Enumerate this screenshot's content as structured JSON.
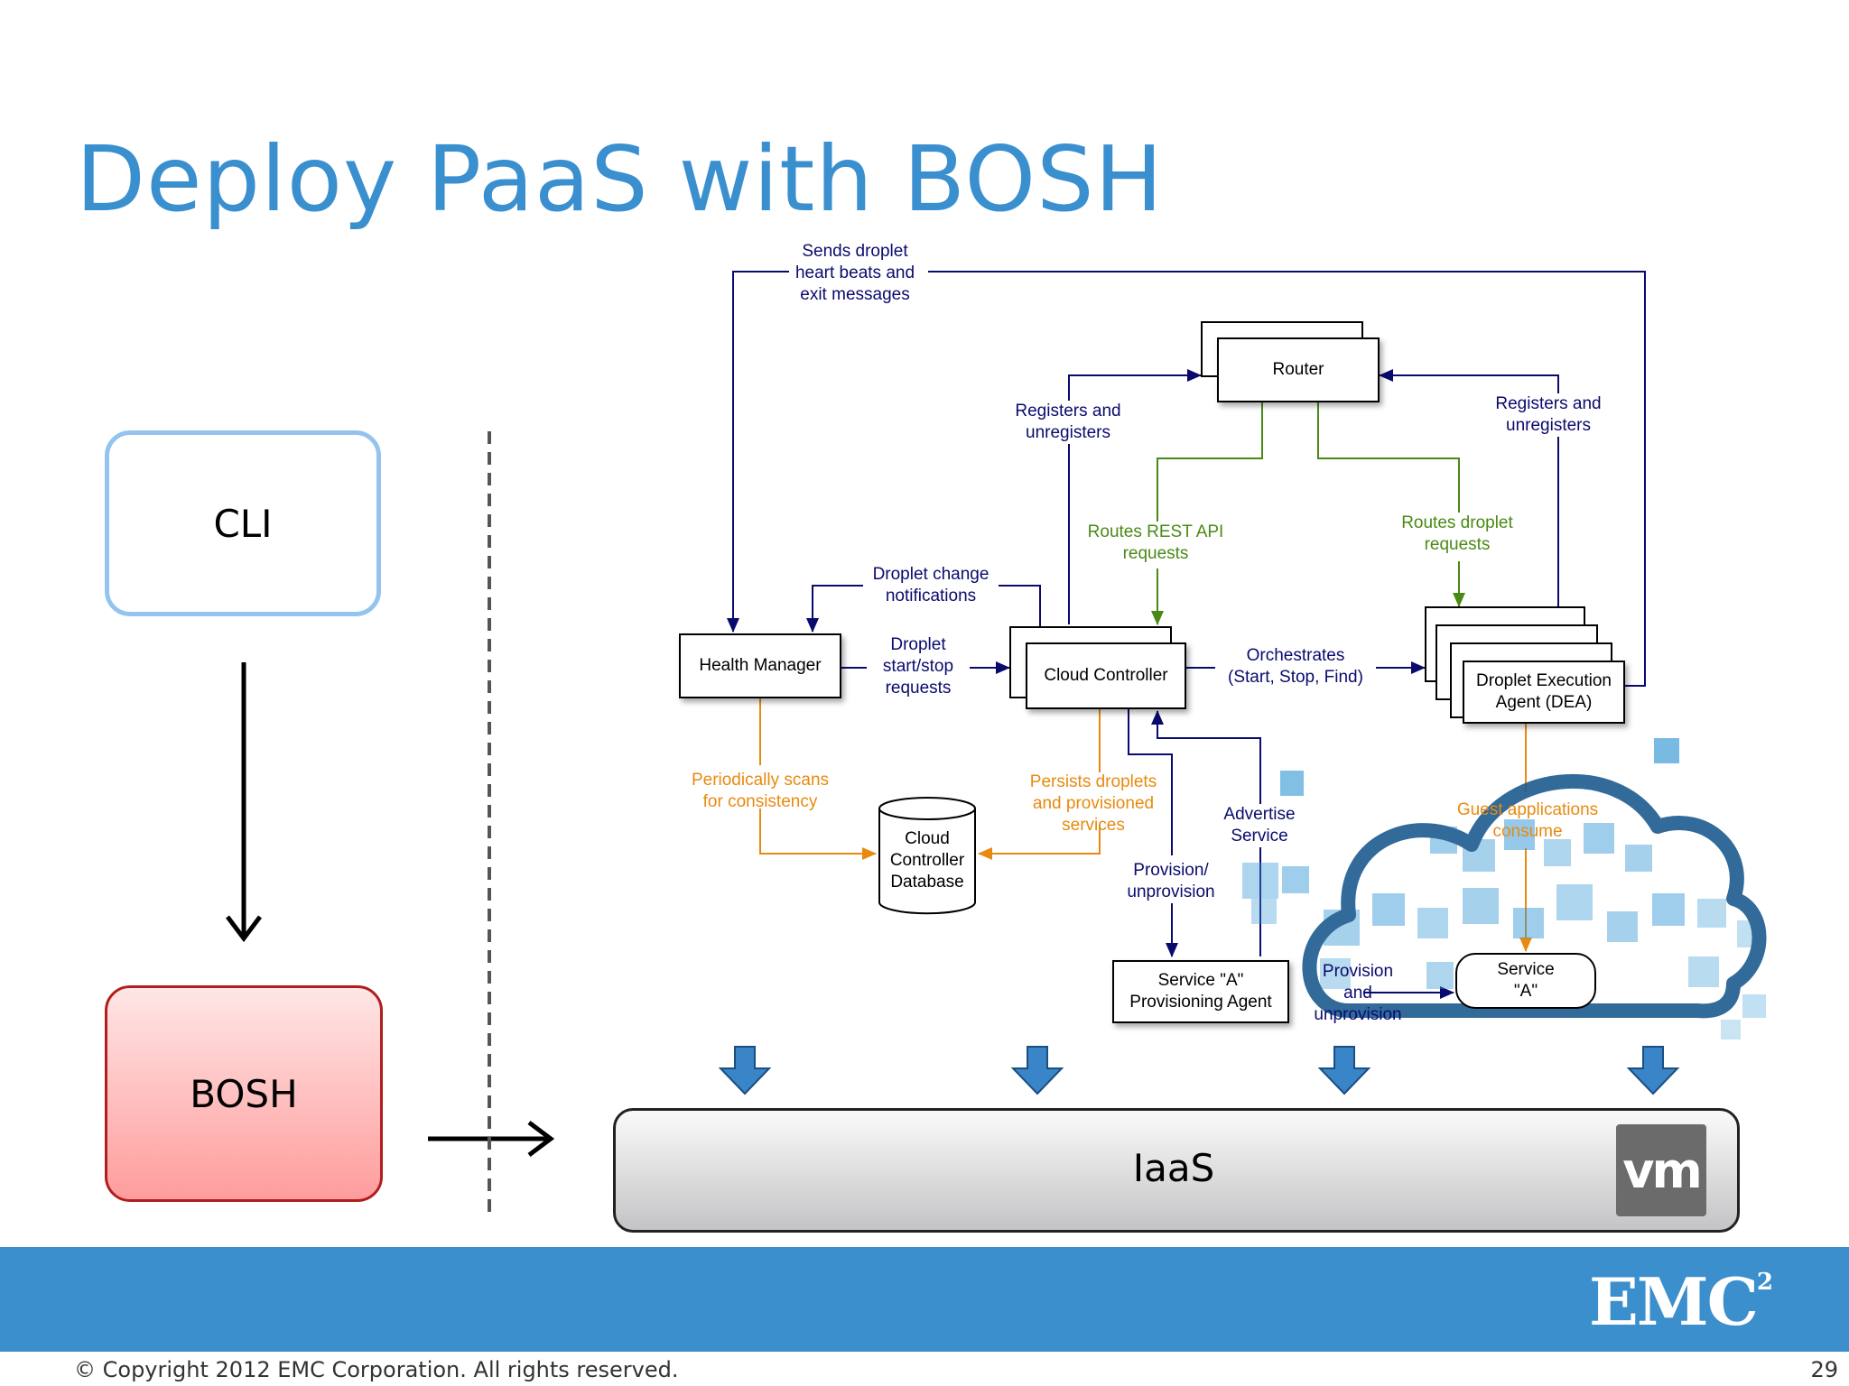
{
  "title": "Deploy PaaS with BOSH",
  "left": {
    "cli_label": "CLI",
    "bosh_label": "BOSH"
  },
  "iaas": {
    "label": "IaaS",
    "vm_logo_text": "vm"
  },
  "nodes": {
    "router": "Router",
    "health_manager": "Health Manager",
    "cloud_controller": "Cloud Controller",
    "dea_line1": "Droplet Execution",
    "dea_line2": "Agent (DEA)",
    "db_line1": "Cloud",
    "db_line2": "Controller",
    "db_line3": "Database",
    "spa_line1": "Service \"A\"",
    "spa_line2": "Provisioning Agent",
    "service_a_line1": "Service",
    "service_a_line2": "\"A\""
  },
  "labels": {
    "heartbeat": [
      "Sends droplet",
      "heart beats and",
      "exit messages"
    ],
    "registers_left": [
      "Registers and",
      "unregisters"
    ],
    "registers_right": [
      "Registers and",
      "unregisters"
    ],
    "routes_rest": [
      "Routes REST API",
      "requests"
    ],
    "routes_droplet": [
      "Routes droplet",
      "requests"
    ],
    "droplet_change": [
      "Droplet change",
      "notifications"
    ],
    "start_stop": [
      "Droplet",
      "start/stop",
      "requests"
    ],
    "orchestrates": [
      "Orchestrates",
      "(Start, Stop, Find)"
    ],
    "scans": [
      "Periodically scans",
      "for consistency"
    ],
    "persists": [
      "Persists droplets",
      "and provisioned",
      "services"
    ],
    "advertise": [
      "Advertise",
      "Service"
    ],
    "provision_unprovision": [
      "Provision/",
      "unprovision"
    ],
    "guest_apps": [
      "Guest applications",
      "consume"
    ],
    "provision_unprov_service": [
      "Provision",
      "and",
      "unprovision"
    ]
  },
  "colors": {
    "title": "#3a8fcf",
    "navy": "#0a0a6e",
    "green": "#4a8a14",
    "orange": "#e88a0f",
    "band": "#3c8fcd",
    "down_arrow": "#3a85c8"
  },
  "footer": {
    "brand": "EMC",
    "brand_sup": "2",
    "copyright": "© Copyright 2012 EMC Corporation. All rights reserved.",
    "page": "29"
  }
}
